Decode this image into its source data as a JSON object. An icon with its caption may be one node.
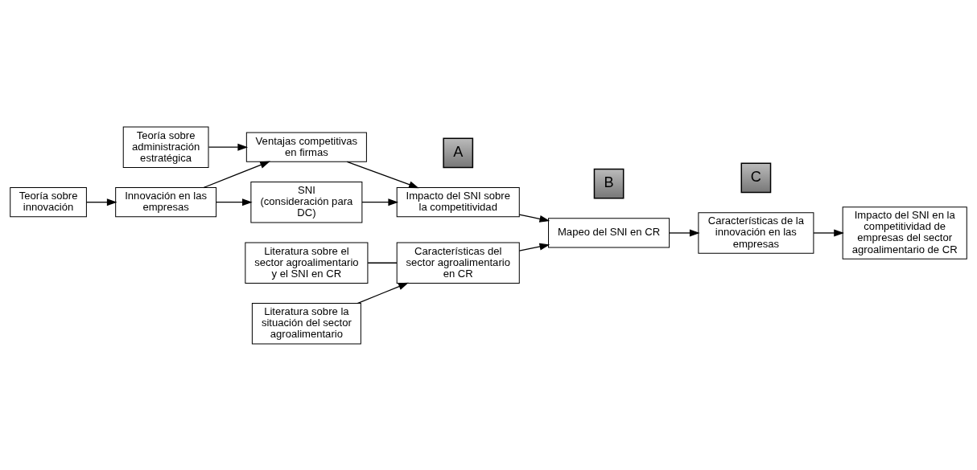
{
  "diagram": {
    "nodes": [
      {
        "text": [
          "Teoría sobre administración estratégica"
        ]
      },
      {
        "text": [
          "Ventajas competitivas en firmas"
        ]
      },
      {
        "text": [
          "Impacto del SNI sobre la competitividad"
        ]
      },
      {
        "text": [
          "Mapeo del SNI en CR"
        ]
      },
      {
        "text": [
          "Características de la innovación en las empresas"
        ]
      },
      {
        "text": [
          "Teoría sobre innovación"
        ]
      },
      {
        "text": [
          "Innovación en las empresas"
        ]
      },
      {
        "text": [
          "SNI",
          "(consideración para DC)"
        ]
      },
      {
        "text": [
          "Literatura sobre el sector agroalimentario y el SNI en CR"
        ]
      },
      {
        "text": [
          "Características del sector agroalimentario en CR"
        ]
      },
      {
        "text": [
          "Impacto del SNI en la competitividad de empresas del sector agroalimentario de CR"
        ]
      },
      {
        "text": [
          "Literatura sobre la situación del sector agroalimentario"
        ]
      },
      {
        "text": [
          "A"
        ]
      },
      {
        "text": [
          "B"
        ]
      },
      {
        "text": [
          "C"
        ]
      }
    ],
    "edges": [
      {
        "from": 0,
        "to": 1,
        "arrow": "to"
      },
      {
        "from": 1,
        "to": 2,
        "arrow": "to"
      },
      {
        "from": 5,
        "to": 6,
        "arrow": "to"
      },
      {
        "from": 6,
        "to": 1,
        "arrow": "to"
      },
      {
        "from": 6,
        "to": 7,
        "arrow": "to"
      },
      {
        "from": 7,
        "to": 2,
        "arrow": "to"
      },
      {
        "from": 2,
        "to": 3,
        "arrow": "to"
      },
      {
        "from": 3,
        "to": 4,
        "arrow": "to"
      },
      {
        "from": 4,
        "to": 10,
        "arrow": "to"
      },
      {
        "from": 8,
        "to": 9,
        "arrow": "none"
      },
      {
        "from": 11,
        "to": 9,
        "arrow": "to"
      },
      {
        "from": 9,
        "to": 3,
        "arrow": "to"
      }
    ]
  }
}
